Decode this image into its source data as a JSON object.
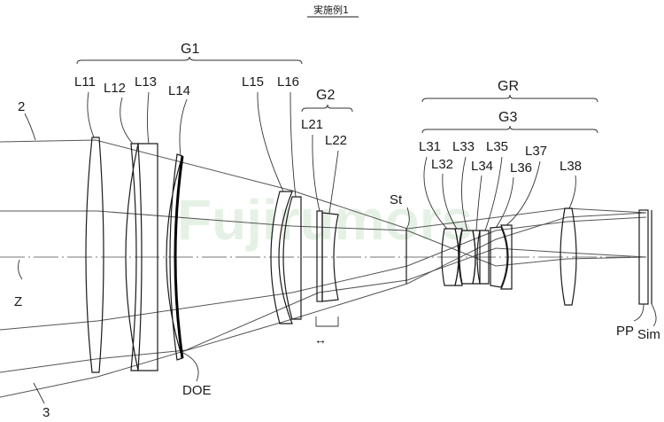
{
  "title": "実施例1",
  "groups": {
    "G1": "G1",
    "G2": "G2",
    "GR": "GR",
    "G3": "G3"
  },
  "lenses": {
    "L11": "L11",
    "L12": "L12",
    "L13": "L13",
    "L14": "L14",
    "L15": "L15",
    "L16": "L16",
    "L21": "L21",
    "L22": "L22",
    "L31": "L31",
    "L32": "L32",
    "L33": "L33",
    "L34": "L34",
    "L35": "L35",
    "L36": "L36",
    "L37": "L37",
    "L38": "L38"
  },
  "labels": {
    "ray_upper": "2",
    "ray_lower": "3",
    "optical_axis": "Z",
    "diffractive_element": "DOE",
    "stop": "St",
    "prism": "PP",
    "image_plane": "Sim",
    "focus_move_arrow": "↔"
  },
  "watermark": "Fujirumors",
  "colors": {
    "line": "#1a1a1a",
    "watermark": "#e3efe3"
  }
}
